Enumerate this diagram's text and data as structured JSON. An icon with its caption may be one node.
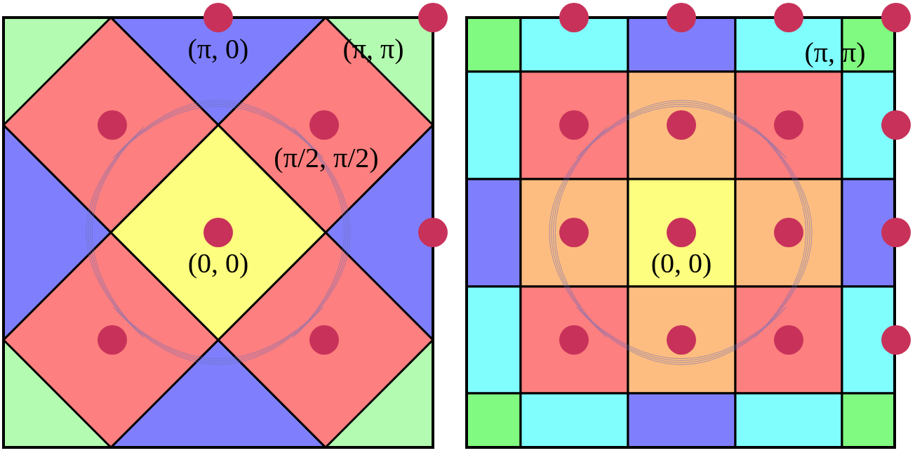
{
  "diagram": {
    "labels": [
      "(π, 0)",
      "(π, π)",
      "(π/2, π/2)",
      "(0, 0)",
      "(π, π)",
      "(0, 0)"
    ]
  }
}
